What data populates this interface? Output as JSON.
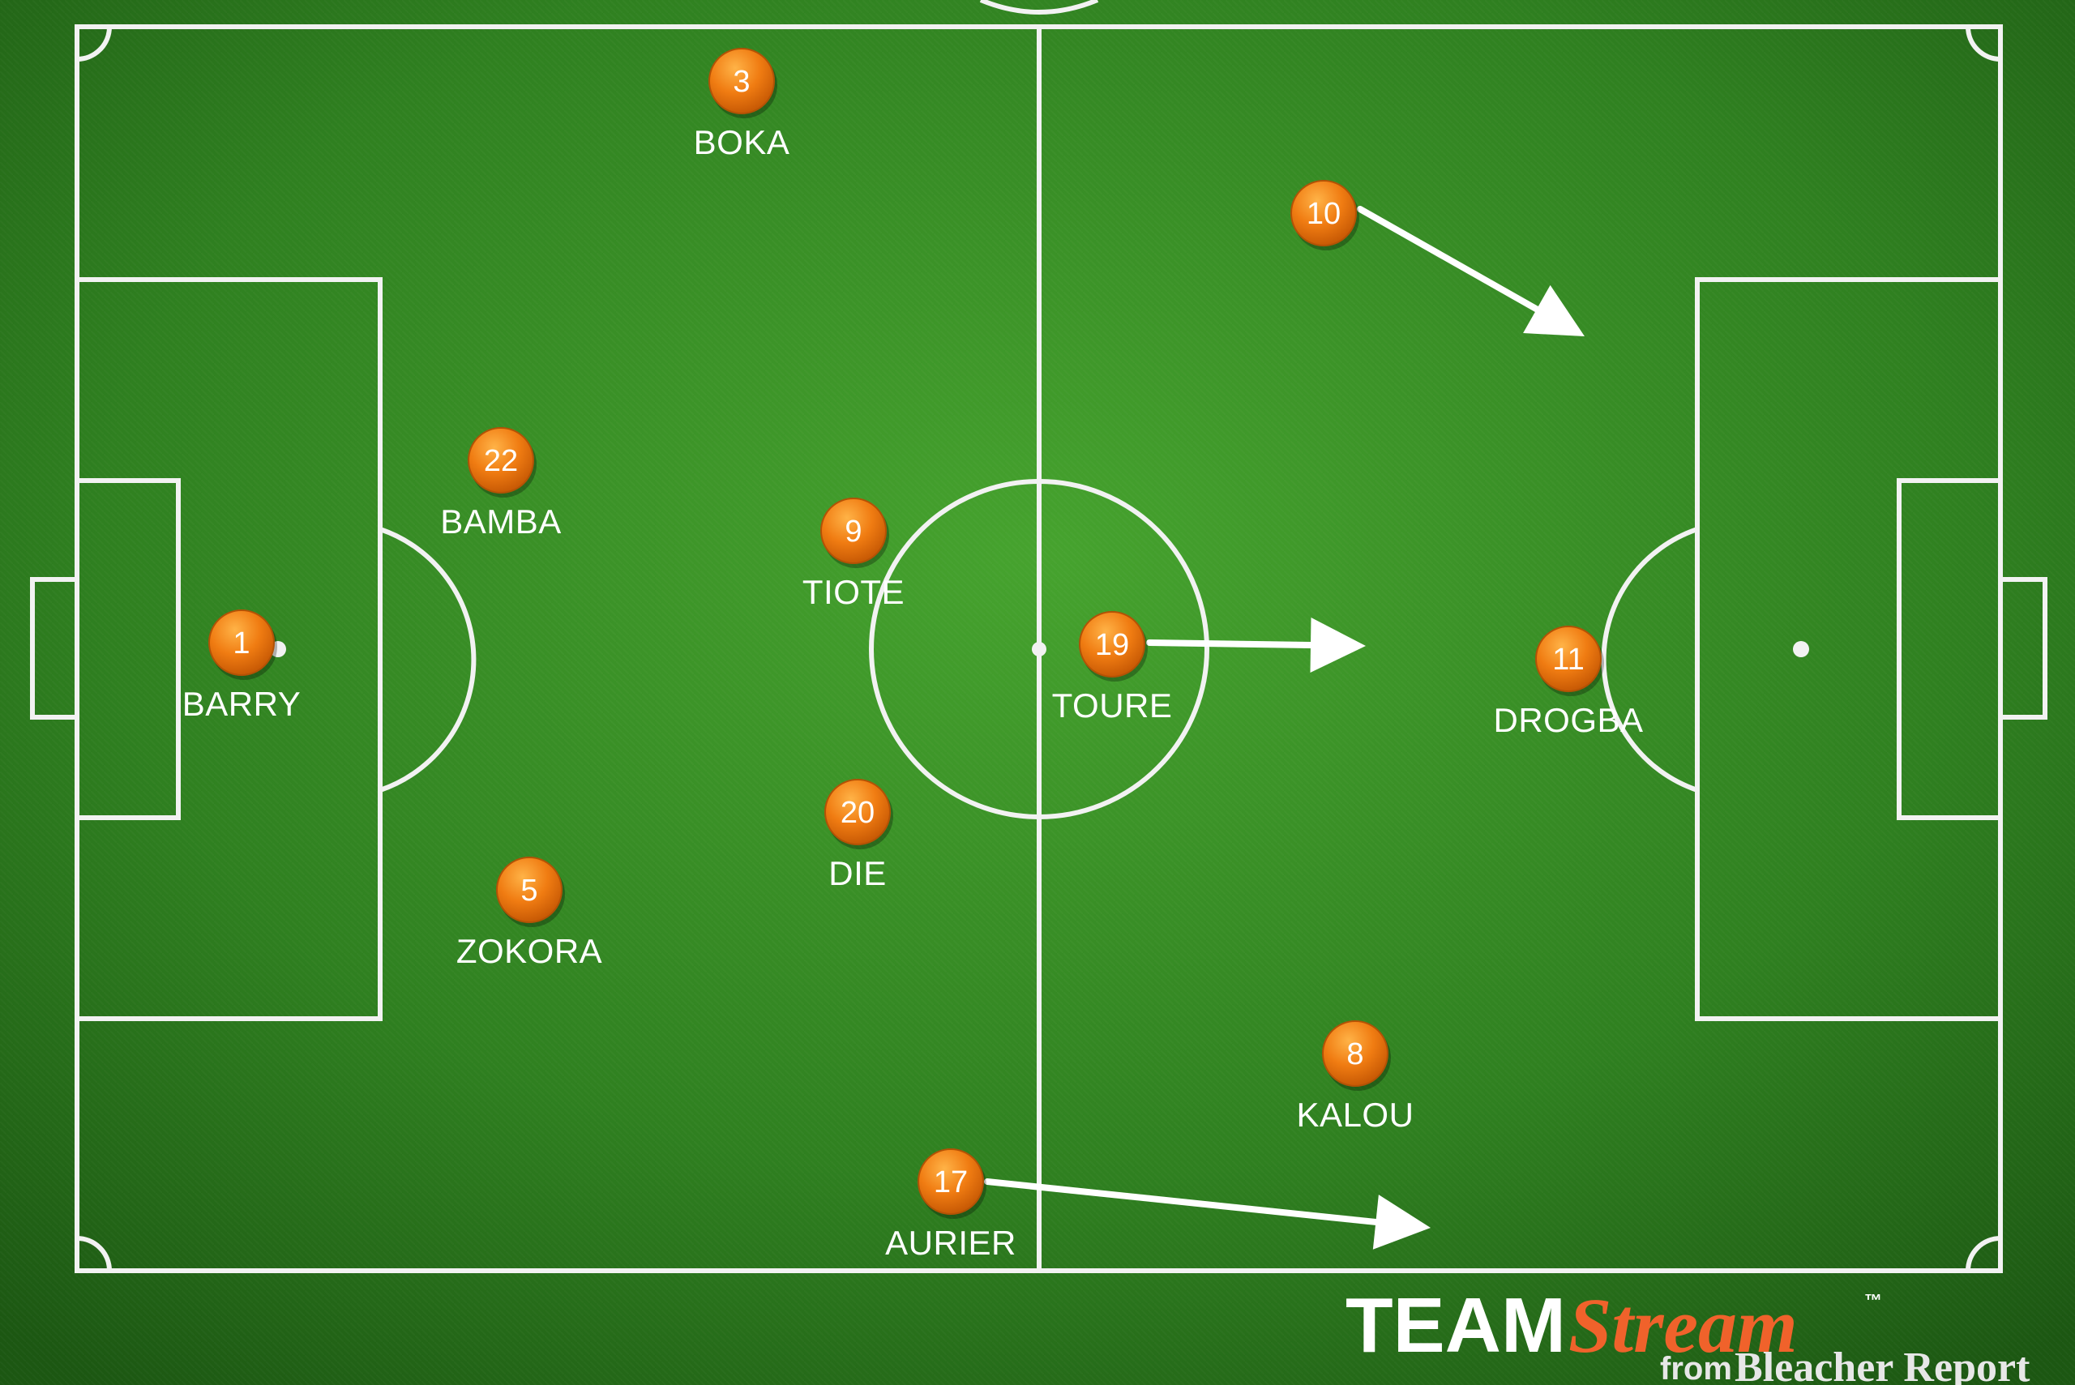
{
  "players": [
    {
      "number": "1",
      "name": "BARRY"
    },
    {
      "number": "22",
      "name": "BAMBA"
    },
    {
      "number": "5",
      "name": "ZOKORA"
    },
    {
      "number": "3",
      "name": "BOKA"
    },
    {
      "number": "9",
      "name": "TIOTE"
    },
    {
      "number": "20",
      "name": "DIE"
    },
    {
      "number": "19",
      "name": "TOURE"
    },
    {
      "number": "17",
      "name": "AURIER"
    },
    {
      "number": "10",
      "name": ""
    },
    {
      "number": "11",
      "name": "DROGBA"
    },
    {
      "number": "8",
      "name": "KALOU"
    }
  ],
  "movement_arrows": [
    {
      "player": "10",
      "direction": "down-right"
    },
    {
      "player": "19",
      "direction": "right"
    },
    {
      "player": "17",
      "direction": "right"
    }
  ],
  "branding": {
    "team": "TEAM",
    "stream": "Stream",
    "trademark": "™",
    "from": "from",
    "bleacher_report": "Bleacher Report"
  },
  "colors": {
    "pitch_light": "#3f9a2a",
    "pitch_dark": "#1f5e15",
    "line": "#f2f2f2",
    "player_marker": "#f07c12",
    "stream_text": "#f0622b"
  }
}
